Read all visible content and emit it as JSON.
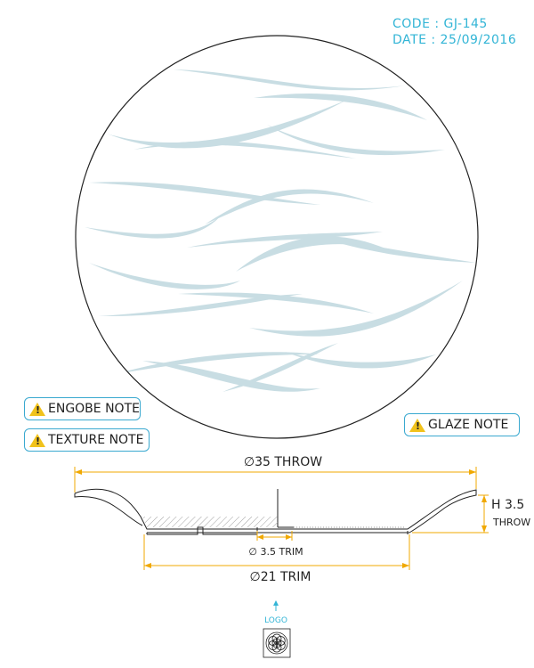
{
  "header": {
    "code": "CODE : GJ-145",
    "date": "DATE : 25/09/2016"
  },
  "notes": {
    "engobe": "ENGOBE NOTE",
    "texture": "TEXTURE NOTE",
    "glaze": "GLAZE NOTE"
  },
  "dimensions": {
    "outer_diameter": "∅35 THROW",
    "foot_diameter": "∅21 TRIM",
    "inner_ring": "∅ 3.5 TRIM",
    "height_value": "H 3.5",
    "height_method": "THROW"
  },
  "logo": {
    "label": "LOGO"
  },
  "colors": {
    "accent": "#33b5d6",
    "dimension_line": "#f0a800",
    "wave": "#c8dde3",
    "outline": "#222222",
    "warning": "#f1c21b"
  }
}
